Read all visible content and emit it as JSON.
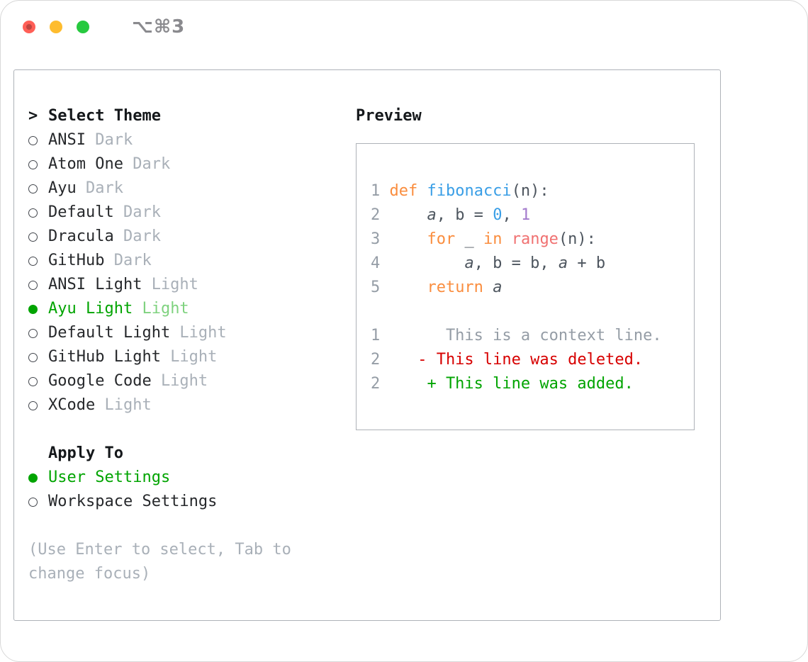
{
  "window": {
    "title": "⌥⌘3"
  },
  "colors": {
    "selected_green": "#00a400",
    "deleted_red": "#d70000",
    "added_green": "#00a400",
    "keyword_orange": "#fa8d3e",
    "function_blue": "#399ee6",
    "number_purple": "#a37acc",
    "call_coral": "#f07171",
    "muted_gray": "#a9b0b8",
    "traffic_red": "#ff5f57",
    "traffic_yellow": "#febc2e",
    "traffic_green": "#27c93f"
  },
  "theme_list": {
    "prefix": ">",
    "header": "Select Theme",
    "items": [
      {
        "name": "ANSI",
        "variant": "Dark",
        "selected": false
      },
      {
        "name": "Atom One",
        "variant": "Dark",
        "selected": false
      },
      {
        "name": "Ayu",
        "variant": "Dark",
        "selected": false
      },
      {
        "name": "Default",
        "variant": "Dark",
        "selected": false
      },
      {
        "name": "Dracula",
        "variant": "Dark",
        "selected": false
      },
      {
        "name": "GitHub",
        "variant": "Dark",
        "selected": false
      },
      {
        "name": "ANSI Light",
        "variant": "Light",
        "selected": false
      },
      {
        "name": "Ayu Light",
        "variant": "Light",
        "selected": true
      },
      {
        "name": "Default Light",
        "variant": "Light",
        "selected": false
      },
      {
        "name": "GitHub Light",
        "variant": "Light",
        "selected": false
      },
      {
        "name": "Google Code",
        "variant": "Light",
        "selected": false
      },
      {
        "name": "XCode",
        "variant": "Light",
        "selected": false
      }
    ]
  },
  "apply_to": {
    "header": "Apply To",
    "options": [
      {
        "label": "User Settings",
        "selected": true
      },
      {
        "label": "Workspace Settings",
        "selected": false
      }
    ]
  },
  "hint": "(Use Enter to select, Tab to change focus)",
  "preview": {
    "header": "Preview",
    "code_lines": [
      {
        "num": "1",
        "tokens": [
          {
            "text": "def",
            "style": "kw"
          },
          {
            "text": " "
          },
          {
            "text": "fibonacci",
            "style": "fn"
          },
          {
            "text": "(n):"
          }
        ]
      },
      {
        "num": "2",
        "tokens": [
          {
            "text": "    "
          },
          {
            "text": "a",
            "style": "var"
          },
          {
            "text": ", b = "
          },
          {
            "text": "0",
            "style": "num0"
          },
          {
            "text": ", "
          },
          {
            "text": "1",
            "style": "num1"
          }
        ]
      },
      {
        "num": "3",
        "tokens": [
          {
            "text": "    "
          },
          {
            "text": "for",
            "style": "kw"
          },
          {
            "text": " _ "
          },
          {
            "text": "in",
            "style": "kw"
          },
          {
            "text": " "
          },
          {
            "text": "range",
            "style": "call"
          },
          {
            "text": "(n):"
          }
        ]
      },
      {
        "num": "4",
        "tokens": [
          {
            "text": "        "
          },
          {
            "text": "a",
            "style": "var"
          },
          {
            "text": ", b = b, "
          },
          {
            "text": "a",
            "style": "var"
          },
          {
            "text": " + b"
          }
        ]
      },
      {
        "num": "5",
        "tokens": [
          {
            "text": "    "
          },
          {
            "text": "return",
            "style": "kw"
          },
          {
            "text": " "
          },
          {
            "text": "a",
            "style": "var"
          }
        ]
      }
    ],
    "diff_lines": [
      {
        "num": "1",
        "text": "      This is a context line.",
        "style": "ctx"
      },
      {
        "num": "2",
        "text": "   - This line was deleted.",
        "style": "del"
      },
      {
        "num": "2",
        "text": "    + This line was added.",
        "style": "add"
      }
    ]
  }
}
